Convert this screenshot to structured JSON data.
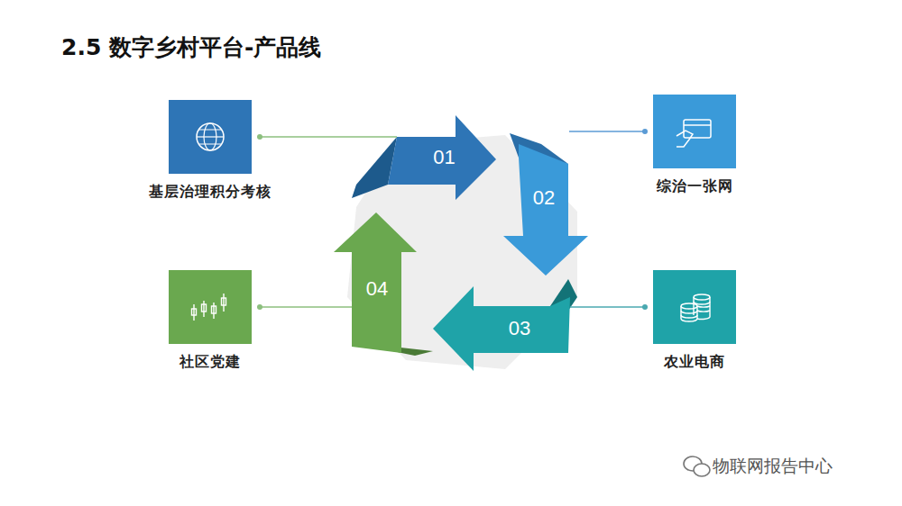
{
  "diagram": {
    "title": "2.5 数字乡村平台-产品线",
    "nodes": [
      {
        "text": [
          "基层治理积分考核"
        ]
      },
      {
        "text": [
          "01"
        ]
      },
      {
        "text": [
          "02"
        ]
      },
      {
        "text": [
          "综治一张网"
        ]
      },
      {
        "text": [
          "04"
        ]
      },
      {
        "text": [
          "社区党建"
        ]
      },
      {
        "text": [
          "03"
        ]
      },
      {
        "text": [
          "农业电商"
        ]
      }
    ],
    "edges": [
      {
        "from": 0,
        "to": 1,
        "arrow": "none"
      },
      {
        "from": 3,
        "to": 2,
        "arrow": "none"
      },
      {
        "from": 5,
        "to": 4,
        "arrow": "none"
      },
      {
        "from": 7,
        "to": 6,
        "arrow": "none"
      }
    ],
    "labels": [
      "物联网报告中心"
    ]
  }
}
